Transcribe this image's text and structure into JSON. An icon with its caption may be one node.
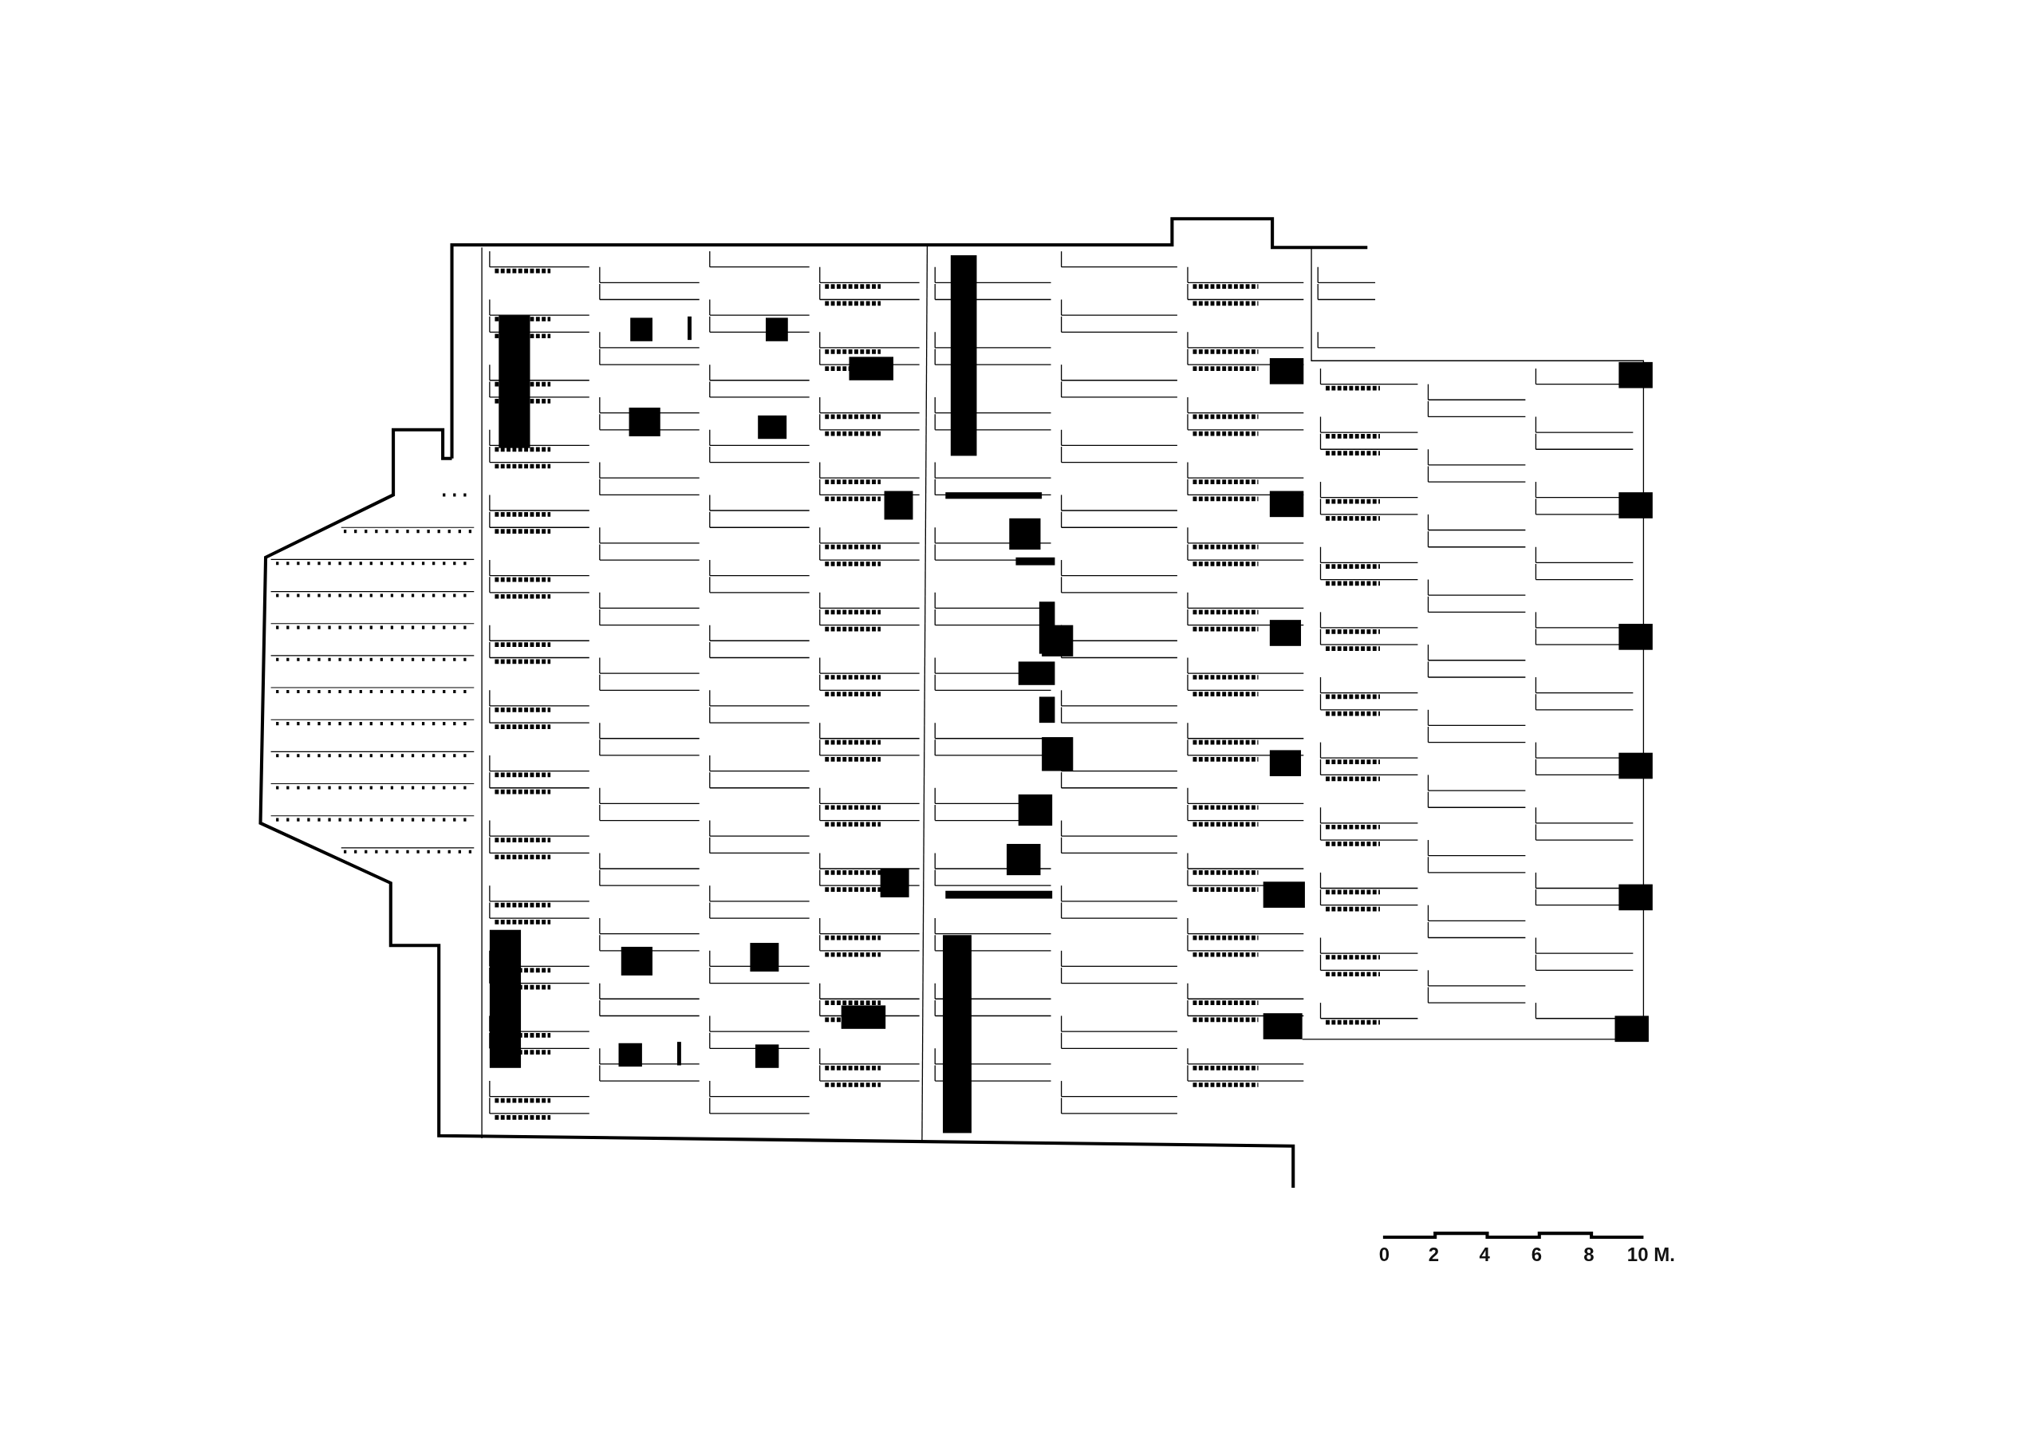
{
  "diagram": {
    "labels": [
      "0",
      "2",
      "4",
      "6",
      "8",
      "10 M."
    ]
  }
}
